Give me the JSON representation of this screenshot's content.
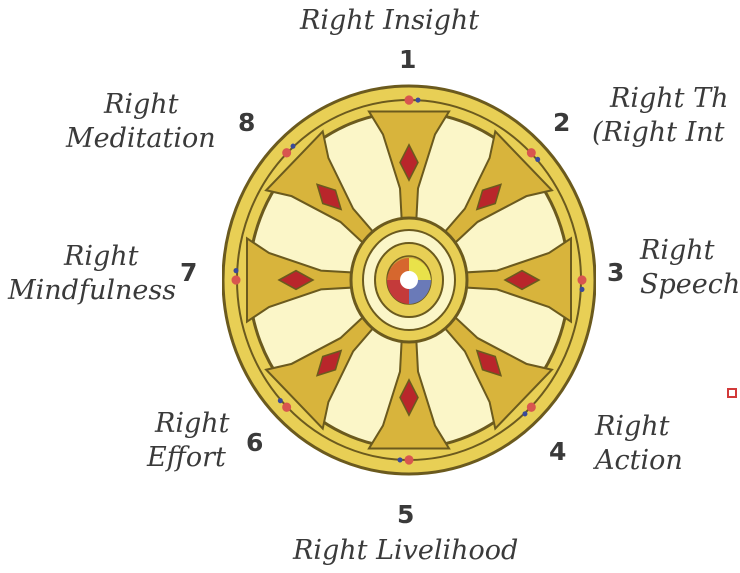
{
  "spokes": [
    {
      "number": "1",
      "label_lines": [
        "Right Insight"
      ]
    },
    {
      "number": "2",
      "label_lines": [
        "Right Th",
        "(Right Int"
      ]
    },
    {
      "number": "3",
      "label_lines": [
        "Right",
        "Speech"
      ]
    },
    {
      "number": "4",
      "label_lines": [
        "Right",
        "Action"
      ]
    },
    {
      "number": "5",
      "label_lines": [
        "Right Livelihood"
      ]
    },
    {
      "number": "6",
      "label_lines": [
        "Right",
        "Effort"
      ]
    },
    {
      "number": "7",
      "label_lines": [
        "Right",
        "Mindfulness"
      ]
    },
    {
      "number": "8",
      "label_lines": [
        "Right",
        "Meditation"
      ]
    }
  ],
  "colors": {
    "rim": "#e8cf55",
    "rim_dark": "#6b5a1e",
    "spoke": "#d8b43c",
    "panel": "#fbf6c8",
    "jewel": "#b9262b",
    "text": "#3a3a3a"
  }
}
